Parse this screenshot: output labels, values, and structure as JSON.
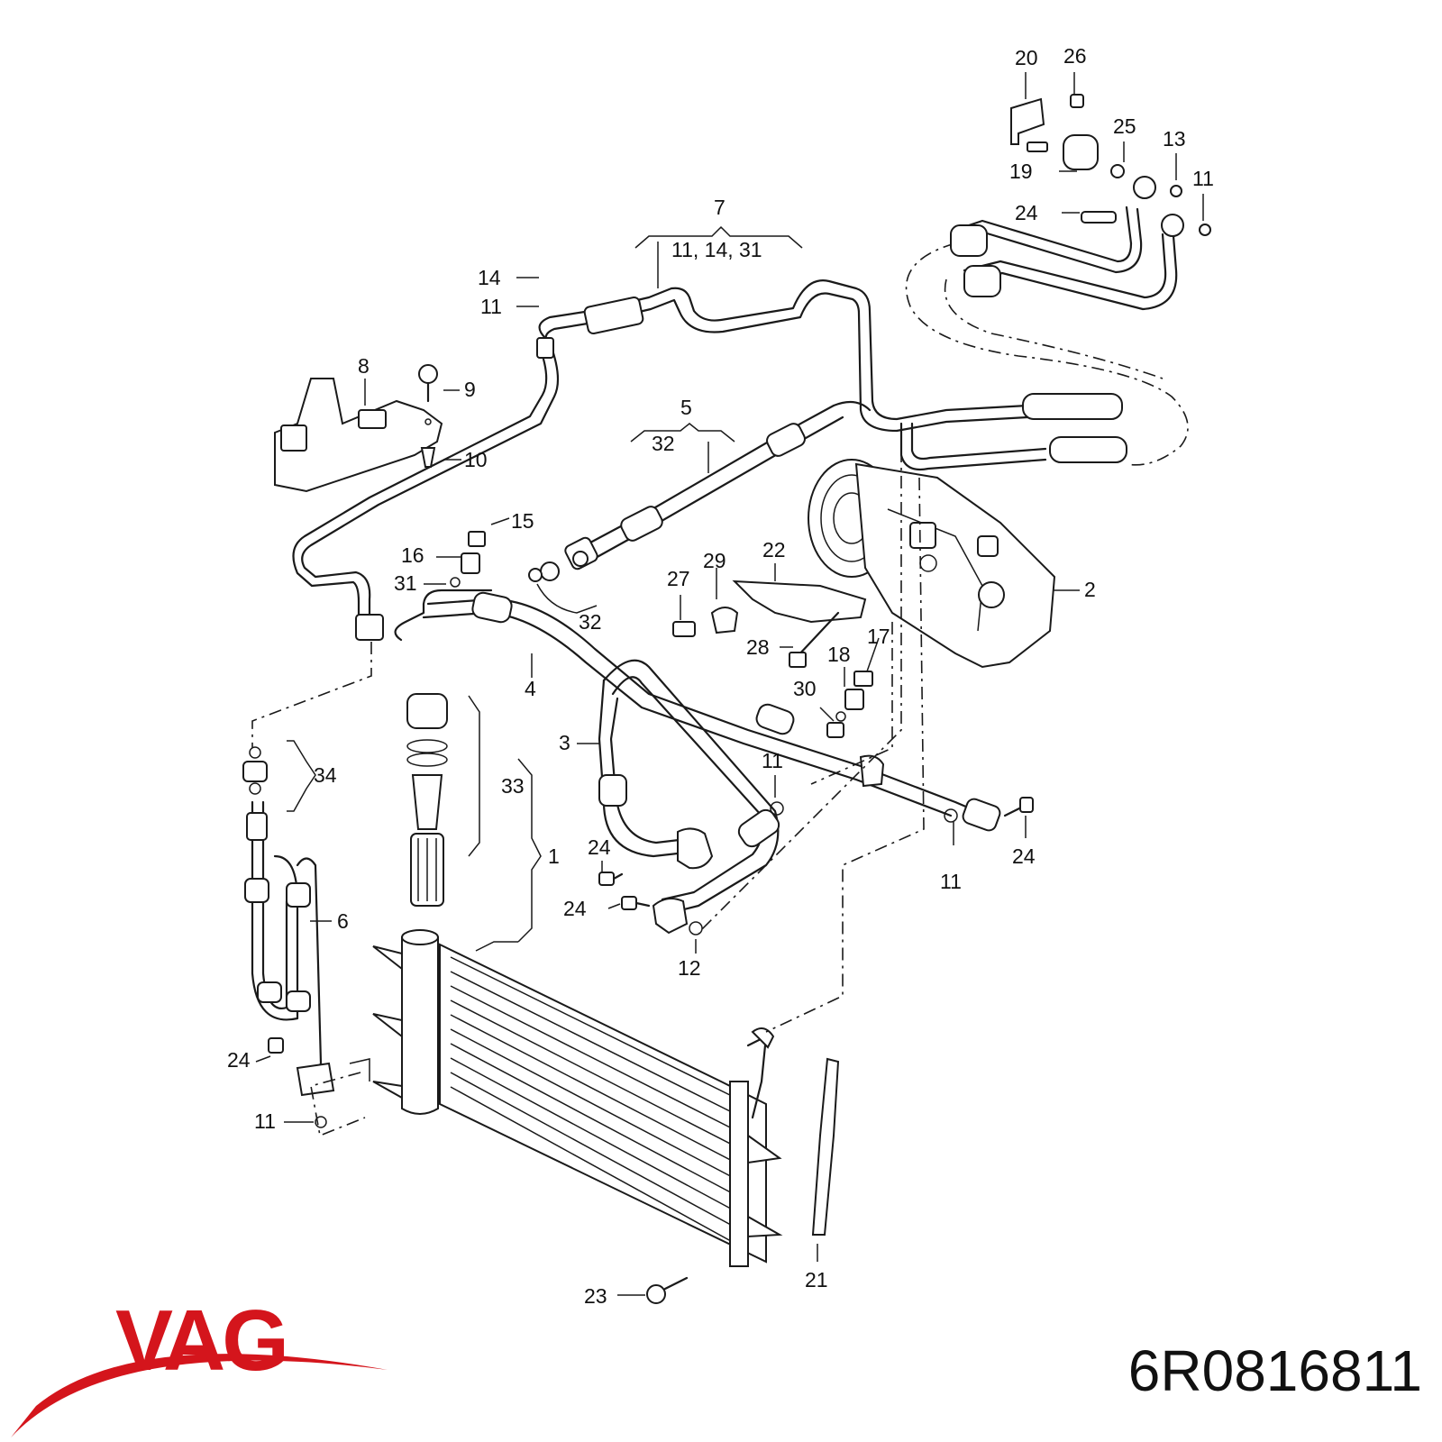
{
  "diagram": {
    "callouts": [
      "20",
      "26",
      "25",
      "13",
      "11",
      "19",
      "24",
      "11",
      "7",
      "11, 14, 31",
      "14",
      "11",
      "8",
      "9",
      "10",
      "5",
      "32",
      "15",
      "16",
      "31",
      "32",
      "22",
      "29",
      "27",
      "2",
      "28",
      "17",
      "18",
      "4",
      "30",
      "3",
      "11",
      "24",
      "24",
      "11",
      "24",
      "12",
      "34",
      "33",
      "1",
      "6",
      "24",
      "11",
      "23",
      "21"
    ]
  },
  "brand": {
    "logo_text": "VAG",
    "color": "#d4151c"
  },
  "part_number": "6R0816811"
}
